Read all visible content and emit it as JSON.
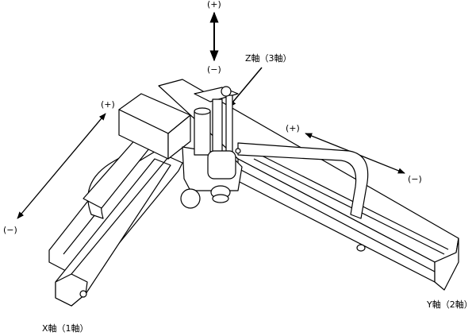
{
  "labels": {
    "z_plus": "(+)",
    "z_minus": "(−)",
    "z_axis": "Z軸（3軸）",
    "x_plus": "(+)",
    "x_minus": "(−)",
    "y_plus": "(+)",
    "y_minus": "(−)",
    "y_axis": "Y軸（2軸）",
    "x_axis": "X軸（1軸）"
  },
  "colors": {
    "line": "#000000",
    "background": "#ffffff"
  }
}
